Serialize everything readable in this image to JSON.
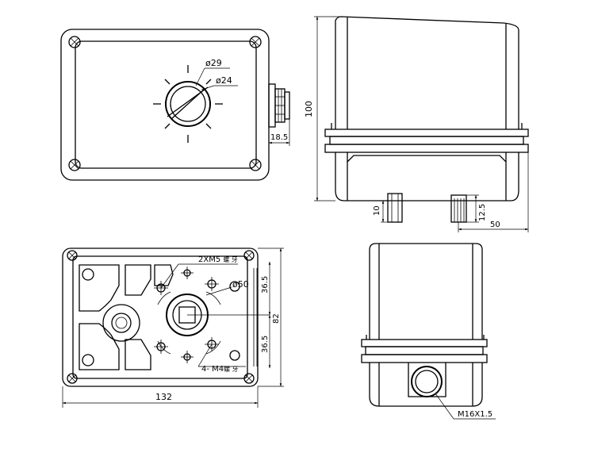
{
  "drawing": {
    "top_view": {
      "dial_outer_diameter": "ø29",
      "dial_inner_diameter": "ø24",
      "gland_offset": "18.5"
    },
    "side_view": {
      "height": "100",
      "shaft_height": "10",
      "boss_height": "12.5",
      "shaft_offset": "50"
    },
    "bottom_view": {
      "screw_note_top": "2XM5 ",
      "screw_note_top_tail": "螺  牙",
      "circle_diameter": "ø50",
      "half_span_upper": "36.5",
      "half_span_lower": "36.5",
      "overall_height": "82",
      "overall_width": "132",
      "screw_note_bottom": "4- M4",
      "screw_note_bottom_tail": "螺  牙"
    },
    "front_view": {
      "thread_callout": "M16X1.5"
    }
  }
}
